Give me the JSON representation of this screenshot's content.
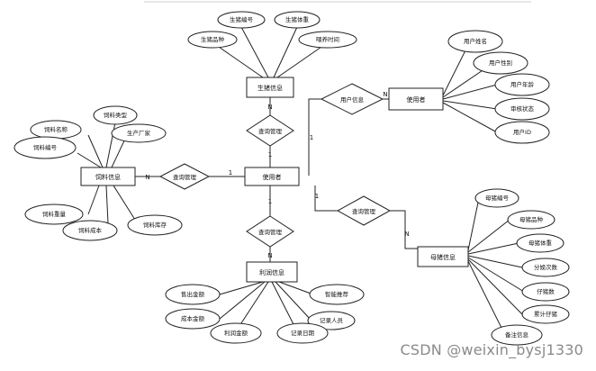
{
  "entities": {
    "user": "使用者",
    "pig_info": "生猪信息",
    "user_main": "使用者",
    "feed_info": "饲料信息",
    "profit_info": "利润信息",
    "sow_info": "母猪信息"
  },
  "relations": {
    "user_info": "用户信息",
    "pig_manage": "查询管理",
    "feed_manage": "查询管理",
    "profit_manage": "查询管理",
    "sow_manage": "查询管理"
  },
  "attributes": {
    "pig": [
      "生猪编号",
      "生猪体重",
      "生猪品种",
      "喂养时间"
    ],
    "user": [
      "用户姓名",
      "用户性别",
      "用户年龄",
      "审核状态",
      "用户ID"
    ],
    "feed": [
      "饲料类型",
      "饲料名称",
      "生产厂家",
      "饲料编号",
      "饲料重量",
      "饲料成本",
      "饲料库存"
    ],
    "profit": [
      "售出金额",
      "智能推荐",
      "成本金额",
      "记录人员",
      "利润金额",
      "记录日期"
    ],
    "sow": [
      "母猪编号",
      "母猪品种",
      "母猪体重",
      "分娩次数",
      "仔猪数",
      "累计仔猪",
      "备注信息"
    ]
  },
  "cardinalities": {
    "pig_top": "N",
    "pig_bottom": "1",
    "user_left": "1",
    "user_right": "N",
    "feed_left": "N",
    "feed_right": "1",
    "profit_top": "1",
    "profit_bottom": "N",
    "sow_top": "1",
    "sow_bottom": "N"
  },
  "watermark": "CSDN @weixin_bysj1330"
}
